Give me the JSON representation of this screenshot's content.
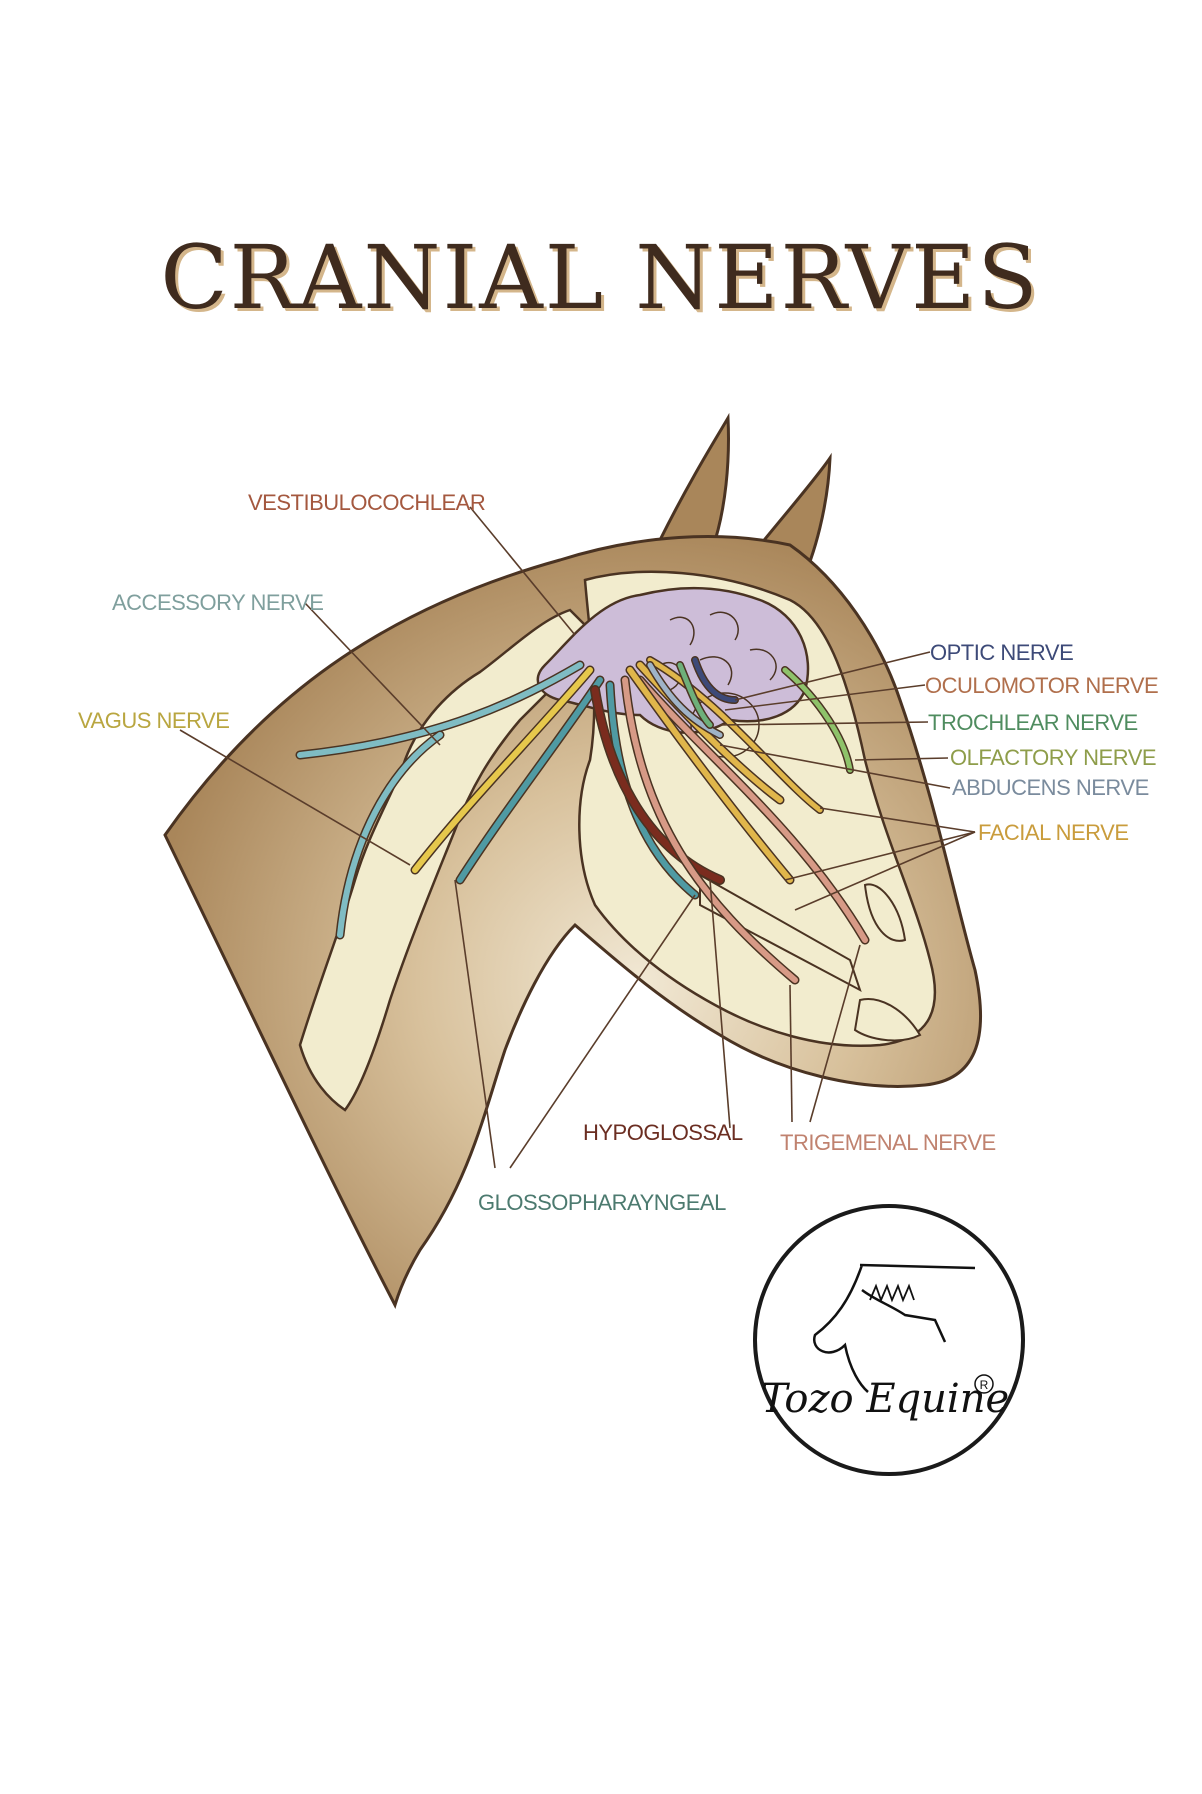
{
  "title": "CRANIAL NERVES",
  "colors": {
    "title": "#3f2b1e",
    "title_shadow": "#d4b68b",
    "head": "#a9865a",
    "head_light": "#e9dbc0",
    "head_outline": "#4a3322",
    "bone": "#f2ecce",
    "brain": "#cdbdd8",
    "leader": "#5a3d2b"
  },
  "labels": {
    "vestibulocochlear": {
      "text": "VESTIBULOCOCHLEAR",
      "color": "#a4583f"
    },
    "accessory": {
      "text": "ACCESSORY NERVE",
      "color": "#7f9f9d"
    },
    "vagus": {
      "text": "VAGUS NERVE",
      "color": "#b9a640"
    },
    "optic": {
      "text": "OPTIC NERVE",
      "color": "#3d4a78"
    },
    "oculomotor": {
      "text": "OCULOMOTOR NERVE",
      "color": "#b06f4c"
    },
    "trochlear": {
      "text": "TROCHLEAR NERVE",
      "color": "#4f8c5f"
    },
    "olfactory": {
      "text": "OLFACTORY NERVE",
      "color": "#8e9d4a"
    },
    "abducens": {
      "text": "ABDUCENS NERVE",
      "color": "#7a8b9d"
    },
    "facial": {
      "text": "FACIAL NERVE",
      "color": "#c99c3c"
    },
    "hypoglossal": {
      "text": "HYPOGLOSSAL",
      "color": "#6b2e22"
    },
    "trigemenal": {
      "text": "TRIGEMENAL NERVE",
      "color": "#c0826f"
    },
    "glossopharayngeal": {
      "text": "GLOSSOPHARAYNGEAL",
      "color": "#4c7a6f"
    }
  },
  "logo": {
    "brand": "Tozo Equine",
    "registered": "R"
  }
}
